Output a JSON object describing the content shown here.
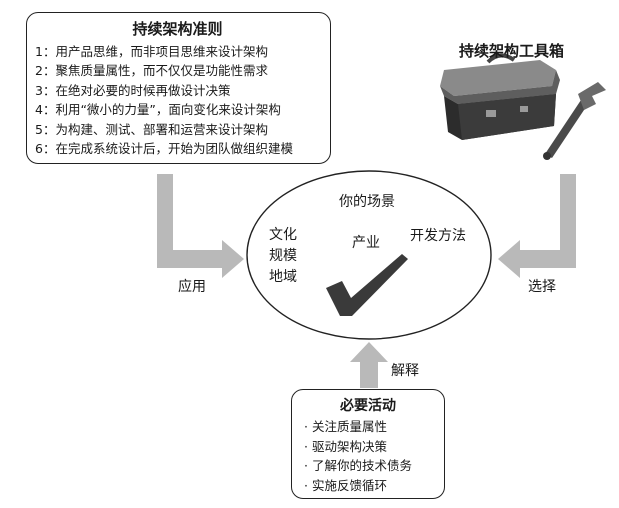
{
  "principles": {
    "title": "持续架构准则",
    "items": [
      "1：用产品思维，而非项目思维来设计架构",
      "2：聚焦质量属性，而不仅仅是功能性需求",
      "3：在绝对必要的时候再做设计决策",
      "4：利用“微小的力量”，面向变化来设计架构",
      "5：为构建、测试、部署和运营来设计架构",
      "6：在完成系统设计后，开始为团队做组织建模"
    ]
  },
  "toolbox": {
    "title": "持续架构工具箱"
  },
  "scenario": {
    "title": "你的场景",
    "left_labels": [
      "文化",
      "规模",
      "地域"
    ],
    "industry": "产业",
    "dev_method": "开发方法"
  },
  "arrows": {
    "apply": "应用",
    "select": "选择",
    "explain": "解释"
  },
  "activities": {
    "title": "必要活动",
    "items": [
      "· 关注质量属性",
      "· 驱动架构决策",
      "· 了解你的技术债务",
      "· 实施反馈循环"
    ]
  }
}
